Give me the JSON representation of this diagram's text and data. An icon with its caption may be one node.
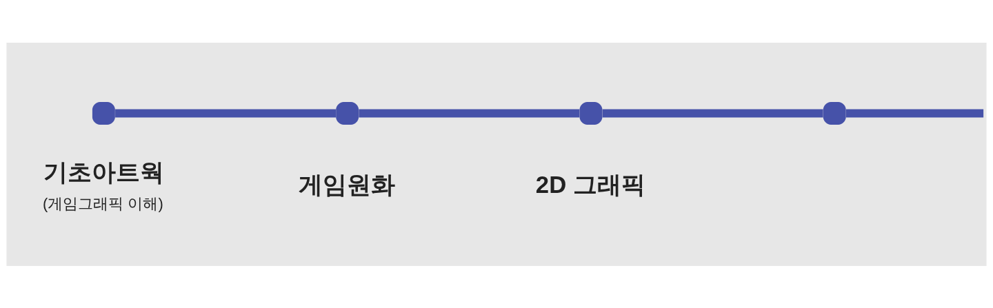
{
  "diagram": {
    "nodes": [
      {
        "text": [
          "기초아트웍",
          "(게임그래픽 이해)"
        ]
      },
      {
        "text": [
          "게임원화"
        ]
      },
      {
        "text": [
          "2D 그래픽"
        ]
      },
      {
        "text": [],
        "shape": "circle"
      }
    ],
    "edges": [
      {
        "from": 0,
        "to": 1,
        "arrow": "none"
      },
      {
        "from": 1,
        "to": 2,
        "arrow": "none"
      },
      {
        "from": 2,
        "to": 3,
        "arrow": "none"
      },
      {
        "from": 3,
        "to": null,
        "arrow": "none"
      }
    ]
  }
}
